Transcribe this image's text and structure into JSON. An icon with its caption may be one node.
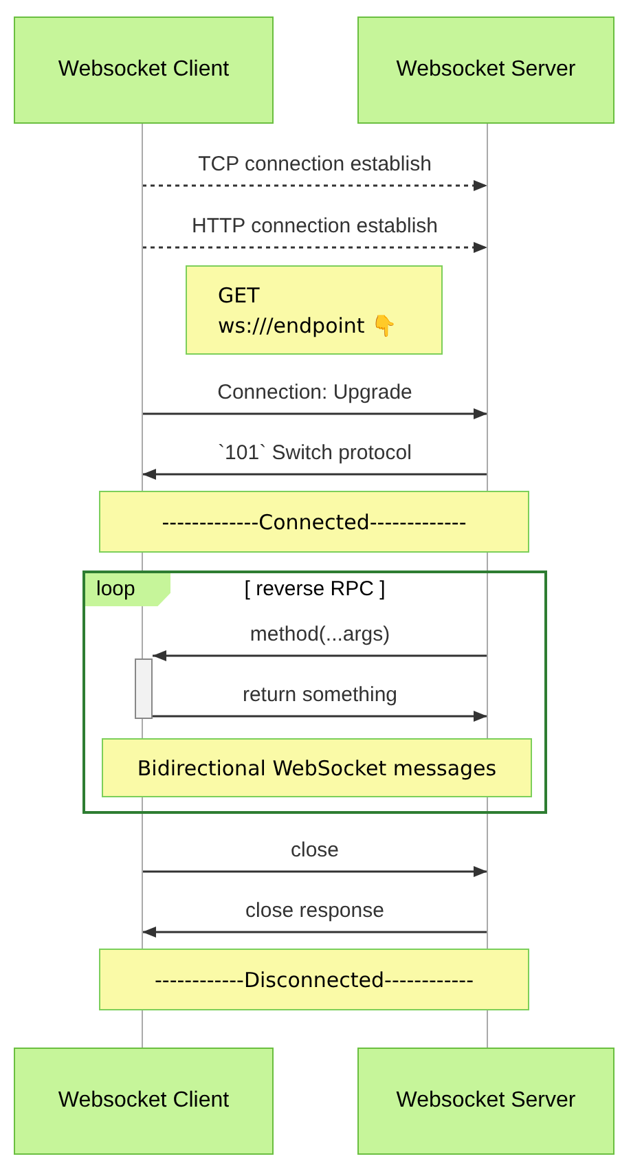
{
  "diagram": {
    "nodes": [
      {
        "text": [
          "Websocket Client"
        ]
      },
      {
        "text": [
          "Websocket Server"
        ]
      },
      {
        "text": [],
        "shape": "line"
      },
      {
        "text": [],
        "shape": "line"
      },
      {
        "text": [
          "GET ws:///endpoint 👇"
        ]
      },
      {
        "text": [
          "-------------Connected-------------"
        ]
      },
      {
        "text": [
          "loop",
          "[ reverse RPC ]"
        ]
      },
      {
        "text": [],
        "shape": "bar",
        "in": 6
      },
      {
        "text": [
          "Bidirectional WebSocket messages"
        ],
        "in": 6
      },
      {
        "text": [
          "------------Disconnected------------"
        ]
      },
      {
        "text": [
          "Websocket Client"
        ]
      },
      {
        "text": [
          "Websocket Server"
        ]
      }
    ],
    "edges": [
      {
        "from": 2,
        "to": 3,
        "arrow": "to",
        "label": "TCP connection establish",
        "style": "dashed"
      },
      {
        "from": 2,
        "to": 3,
        "arrow": "to",
        "label": "HTTP connection establish",
        "style": "dashed"
      },
      {
        "from": 2,
        "to": 3,
        "arrow": "to",
        "label": "Connection: Upgrade"
      },
      {
        "from": 3,
        "to": 2,
        "arrow": "to",
        "label": "`101` Switch protocol"
      },
      {
        "from": 3,
        "to": 7,
        "arrow": "to",
        "label": "method(...args)"
      },
      {
        "from": 7,
        "to": 3,
        "arrow": "to",
        "label": "return something"
      },
      {
        "from": 2,
        "to": 3,
        "arrow": "to",
        "label": "close"
      },
      {
        "from": 3,
        "to": 2,
        "arrow": "to",
        "label": "close response"
      }
    ]
  }
}
